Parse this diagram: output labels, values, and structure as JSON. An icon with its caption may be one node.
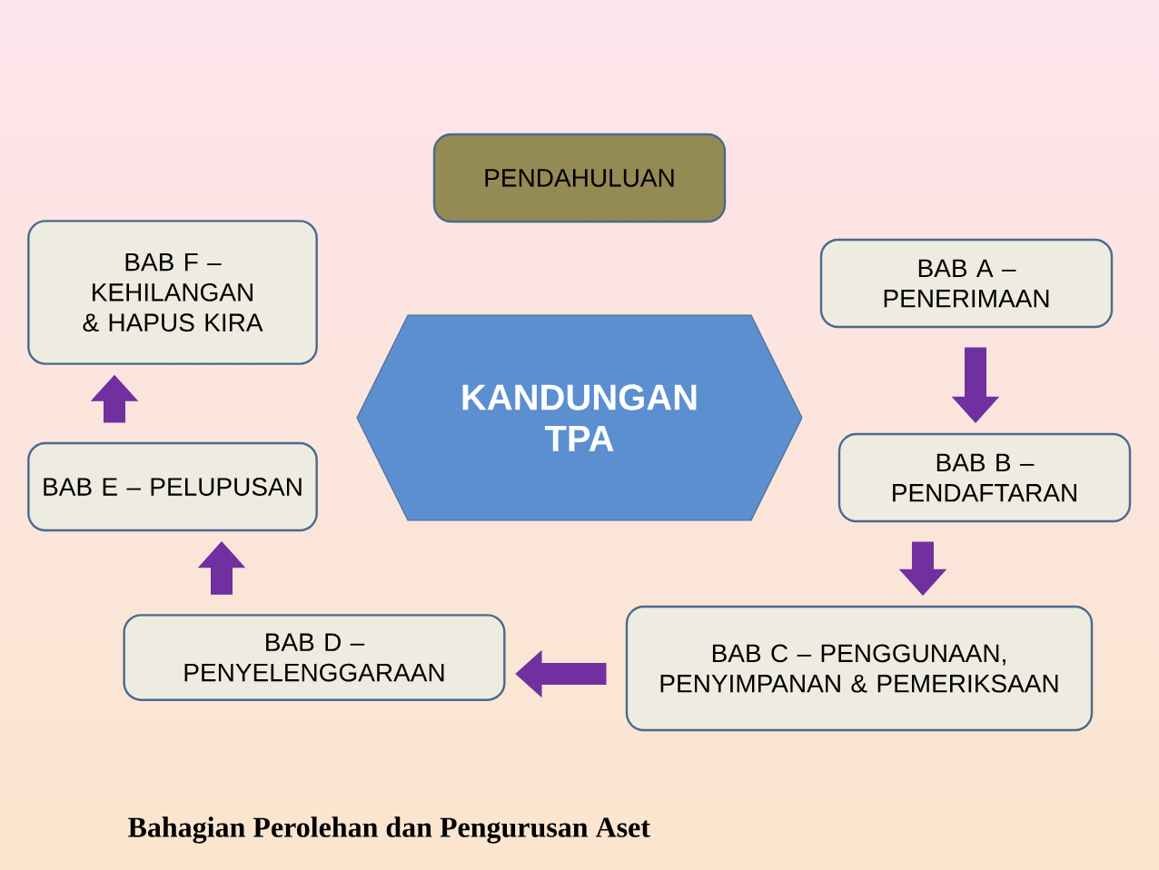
{
  "diagram": {
    "nodes": [
      {
        "text": [
          "PENDAHULUAN"
        ]
      },
      {
        "text": [
          "BAB F – KEHILANGAN & HAPUS KIRA"
        ]
      },
      {
        "text": [
          "KANDUNGAN TPA"
        ]
      },
      {
        "text": [
          "BAB A – PENERIMAAN"
        ]
      },
      {
        "text": [
          "BAB E – PELUPUSAN"
        ]
      },
      {
        "text": [
          "BAB B – PENDAFTARAN"
        ]
      },
      {
        "text": [
          "BAB D – PENYELENGGARAAN"
        ]
      },
      {
        "text": [
          "BAB C – PENGGUNAAN, PENYIMPANAN & PEMERIKSAAN"
        ]
      }
    ],
    "edges": [
      {
        "from": 3,
        "to": 5,
        "arrow": "to"
      },
      {
        "from": 5,
        "to": 7,
        "arrow": "to"
      },
      {
        "from": 7,
        "to": 6,
        "arrow": "to"
      },
      {
        "from": 6,
        "to": 4,
        "arrow": "to"
      },
      {
        "from": 4,
        "to": 1,
        "arrow": "to"
      }
    ],
    "labels": [
      "Bahagian Perolehan dan Pengurusan Aset"
    ]
  }
}
